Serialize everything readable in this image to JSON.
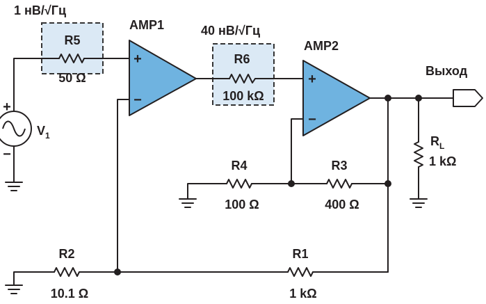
{
  "colors": {
    "wire": "#231f20",
    "amp_fill": "#6fb3e0",
    "box_fill": "#dbe9f5",
    "box_border": "#333333"
  },
  "labels": {
    "r5_noise": "1 нВ/√Гц",
    "r6_noise": "40 нВ/√Гц",
    "amp1": "AMP1",
    "amp2": "AMP2",
    "r5_name": "R5",
    "r5_value": "50 Ω",
    "r6_name": "R6",
    "r6_value": "100 kΩ",
    "r4_name": "R4",
    "r4_value": "100 Ω",
    "r3_name": "R3",
    "r3_value": "400 Ω",
    "r2_name": "R2",
    "r2_value": "10.1 Ω",
    "r1_name": "R1",
    "r1_value": "1 kΩ",
    "rl_name": "R",
    "rl_sub": "L",
    "rl_value": "1 kΩ",
    "v1_name": "V",
    "v1_sub": "1",
    "output": "Выход",
    "plus": "+",
    "minus": "−"
  },
  "icons": {
    "source": "ac-voltage-source-icon",
    "ground": "ground-icon",
    "resistor": "resistor-icon",
    "opamp": "opamp-icon",
    "output_port": "output-arrow-icon"
  }
}
